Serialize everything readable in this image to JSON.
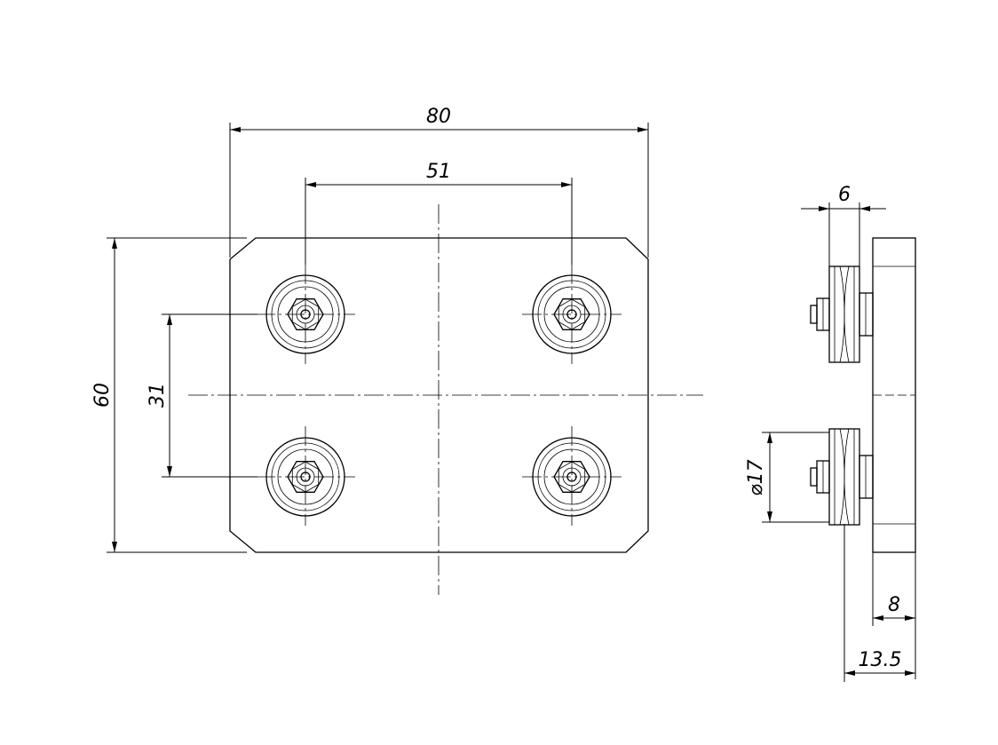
{
  "drawing": {
    "dimensions": {
      "overall_width": "80",
      "wheel_spacing_horizontal": "51",
      "overall_height": "60",
      "wheel_spacing_vertical": "31",
      "wheel_width": "6",
      "wheel_diameter": "⌀17",
      "plate_thickness": "8",
      "total_depth": "13.5"
    }
  }
}
